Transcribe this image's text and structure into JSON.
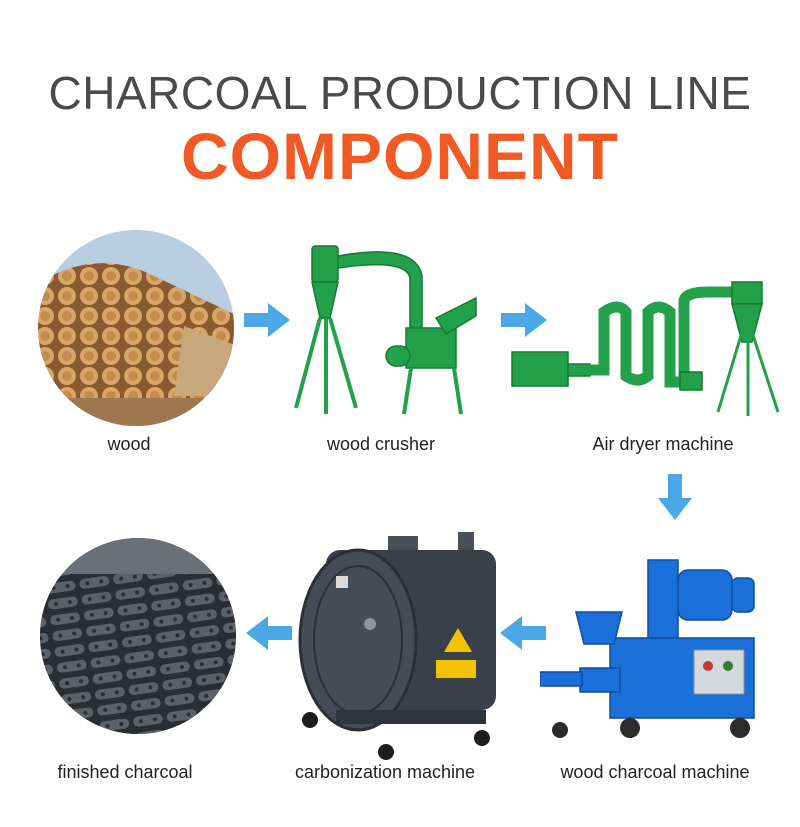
{
  "title_line1": "CHARCOAL PRODUCTION LINE",
  "title_line2": "COMPONENT",
  "colors": {
    "title_gray": "#4a4a4a",
    "accent_orange": "#f15a24",
    "arrow_blue": "#4aa8e6",
    "machine_green": "#22a04a",
    "machine_blue": "#1a6fd8",
    "kiln_dark": "#3a4048"
  },
  "steps": [
    {
      "label": "wood",
      "icon": "wood-logs-image"
    },
    {
      "label": "wood crusher",
      "icon": "wood-crusher-image"
    },
    {
      "label": "Air dryer machine",
      "icon": "air-dryer-image"
    },
    {
      "label": "wood charcoal machine",
      "icon": "briquette-machine-image"
    },
    {
      "label": "carbonization machine",
      "icon": "carbonization-kiln-image"
    },
    {
      "label": "finished charcoal",
      "icon": "charcoal-briquettes-image"
    }
  ]
}
